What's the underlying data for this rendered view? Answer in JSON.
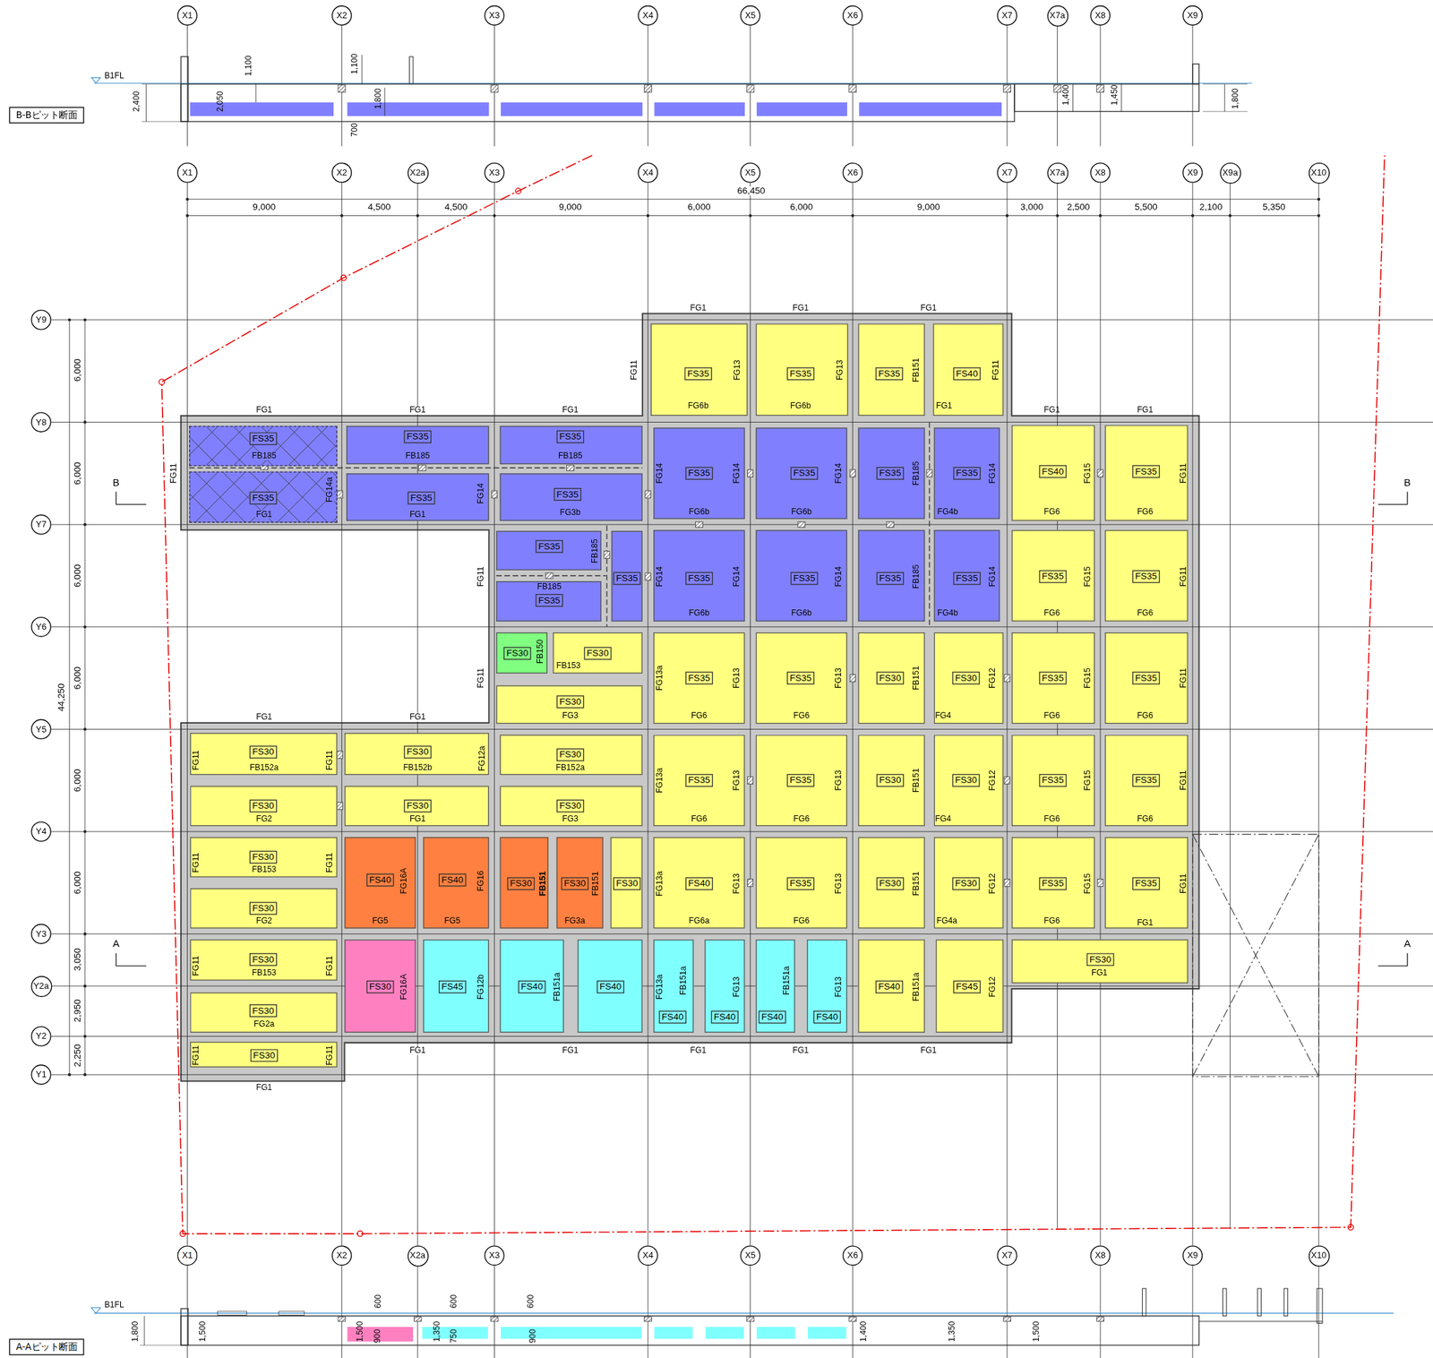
{
  "diagram": {
    "nodes": [
      {
        "text": [
          "X1"
        ]
      },
      {
        "text": [
          "X2"
        ]
      },
      {
        "text": [
          "X3"
        ]
      },
      {
        "text": [
          "X4"
        ]
      },
      {
        "text": [
          "X5"
        ]
      },
      {
        "text": [
          "X6"
        ]
      },
      {
        "text": [
          "X7"
        ]
      },
      {
        "text": [
          "X7a"
        ]
      },
      {
        "text": [
          "X8"
        ]
      },
      {
        "text": [
          "X9"
        ]
      },
      {
        "text": [
          "B-Bピット断面"
        ]
      },
      {
        "text": [
          "X1"
        ]
      },
      {
        "text": [
          "X2"
        ]
      },
      {
        "text": [
          "X2a"
        ]
      },
      {
        "text": [
          "X3"
        ]
      },
      {
        "text": [
          "X4"
        ]
      },
      {
        "text": [
          "X5"
        ]
      },
      {
        "text": [
          "X6"
        ]
      },
      {
        "text": [
          "X7"
        ]
      },
      {
        "text": [
          "X7a"
        ]
      },
      {
        "text": [
          "X8"
        ]
      },
      {
        "text": [
          "X9"
        ]
      },
      {
        "text": [
          "X9a"
        ]
      },
      {
        "text": [
          "X10"
        ]
      },
      {
        "text": [
          "Y9"
        ]
      },
      {
        "text": [
          "Y8"
        ]
      },
      {
        "text": [
          "Y7"
        ]
      },
      {
        "text": [
          "Y6"
        ]
      },
      {
        "text": [
          "Y5"
        ]
      },
      {
        "text": [
          "Y4"
        ]
      },
      {
        "text": [
          "Y3"
        ]
      },
      {
        "text": [
          "Y2a"
        ]
      },
      {
        "text": [
          "Y2"
        ]
      },
      {
        "text": [
          "Y1"
        ]
      },
      {
        "text": [
          "FS35"
        ]
      },
      {
        "text": [
          "FS35"
        ]
      },
      {
        "text": [
          "FS35"
        ]
      },
      {
        "text": [
          "FS40"
        ]
      },
      {
        "text": [
          "FS35"
        ]
      },
      {
        "text": [
          "FS35"
        ]
      },
      {
        "text": [
          "FS35"
        ]
      },
      {
        "text": [
          "FS35"
        ]
      },
      {
        "text": [
          "FS35"
        ]
      },
      {
        "text": [
          "FS35"
        ]
      },
      {
        "text": [
          "FS35"
        ]
      },
      {
        "text": [
          "FS35"
        ]
      },
      {
        "text": [
          "FS35"
        ]
      },
      {
        "text": [
          "FS35"
        ]
      },
      {
        "text": [
          "FS40"
        ]
      },
      {
        "text": [
          "FS35"
        ]
      },
      {
        "text": [
          "FS35"
        ]
      },
      {
        "text": [
          "FS35"
        ]
      },
      {
        "text": [
          "FS35"
        ]
      },
      {
        "text": [
          "FS35"
        ]
      },
      {
        "text": [
          "FS35"
        ]
      },
      {
        "text": [
          "FS35"
        ]
      },
      {
        "text": [
          "FS35"
        ]
      },
      {
        "text": [
          "FS35"
        ]
      },
      {
        "text": [
          "FS35"
        ]
      },
      {
        "text": [
          "FS30"
        ]
      },
      {
        "text": [
          "FS30"
        ]
      },
      {
        "text": [
          "FS30"
        ]
      },
      {
        "text": [
          "FS35"
        ]
      },
      {
        "text": [
          "FS35"
        ]
      },
      {
        "text": [
          "FS30"
        ]
      },
      {
        "text": [
          "FS30"
        ]
      },
      {
        "text": [
          "FS35"
        ]
      },
      {
        "text": [
          "FS35"
        ]
      },
      {
        "text": [
          "FS30"
        ]
      },
      {
        "text": [
          "FS30"
        ]
      },
      {
        "text": [
          "FS30"
        ]
      },
      {
        "text": [
          "FS30"
        ]
      },
      {
        "text": [
          "FS30"
        ]
      },
      {
        "text": [
          "FS30"
        ]
      },
      {
        "text": [
          "FS35"
        ]
      },
      {
        "text": [
          "FS35"
        ]
      },
      {
        "text": [
          "FS30"
        ]
      },
      {
        "text": [
          "FS30"
        ]
      },
      {
        "text": [
          "FS35"
        ]
      },
      {
        "text": [
          "FS35"
        ]
      },
      {
        "text": [
          "FS30"
        ]
      },
      {
        "text": [
          "FS30"
        ]
      },
      {
        "text": [
          "FS40"
        ]
      },
      {
        "text": [
          "FS40"
        ]
      },
      {
        "text": [
          "FS30"
        ]
      },
      {
        "text": [
          "FS30"
        ]
      },
      {
        "text": [
          "FS30"
        ]
      },
      {
        "text": [
          "FS40"
        ]
      },
      {
        "text": [
          "FS35"
        ]
      },
      {
        "text": [
          "FS30"
        ]
      },
      {
        "text": [
          "FS30"
        ]
      },
      {
        "text": [
          "FS35"
        ]
      },
      {
        "text": [
          "FS35"
        ]
      },
      {
        "text": [
          "FS30"
        ]
      },
      {
        "text": [
          "FS30"
        ]
      },
      {
        "text": [
          "FS30"
        ]
      },
      {
        "text": [
          "FS45"
        ]
      },
      {
        "text": [
          "FS40"
        ]
      },
      {
        "text": [
          "FS40"
        ]
      },
      {
        "text": [
          "FS40"
        ]
      },
      {
        "text": [
          "FS40"
        ]
      },
      {
        "text": [
          "FS40"
        ]
      },
      {
        "text": [
          "FS40"
        ]
      },
      {
        "text": [
          "FS40"
        ]
      },
      {
        "text": [
          "FS45"
        ]
      },
      {
        "text": [
          "FS30"
        ]
      },
      {
        "text": [
          "FS30"
        ]
      },
      {
        "text": [
          "X1"
        ]
      },
      {
        "text": [
          "X2"
        ]
      },
      {
        "text": [
          "X2a"
        ]
      },
      {
        "text": [
          "X3"
        ]
      },
      {
        "text": [
          "X4"
        ]
      },
      {
        "text": [
          "X5"
        ]
      },
      {
        "text": [
          "X6"
        ]
      },
      {
        "text": [
          "X7"
        ]
      },
      {
        "text": [
          "X8"
        ]
      },
      {
        "text": [
          "X9"
        ]
      },
      {
        "text": [
          "X10"
        ]
      },
      {
        "text": [
          "A-Aピット断面"
        ]
      }
    ],
    "labels": [
      "B1FL",
      "2,400",
      "1,100",
      "2,050",
      "1,100",
      "1,800",
      "700",
      "1,400",
      "1,450",
      "1,800",
      "66,450",
      "9,000",
      "4,500",
      "4,500",
      "9,000",
      "6,000",
      "6,000",
      "9,000",
      "3,000",
      "2,500",
      "5,500",
      "2,100",
      "5,350",
      "6,000",
      "6,000",
      "6,000",
      "6,000",
      "6,000",
      "6,000",
      "3,050",
      "2,950",
      "2,250",
      "44,250",
      "B",
      "B",
      "A",
      "A",
      "FG1",
      "FG1",
      "FG1",
      "FG11",
      "FG13",
      "FG13",
      "FB151",
      "FG11",
      "FG6b",
      "FG6b",
      "FG1",
      "FG1",
      "FG1",
      "FG1",
      "FG1",
      "FG1",
      "FG11",
      "FB185",
      "FB185",
      "FB185",
      "FG14a",
      "FG14",
      "FG1",
      "FG1",
      "FG3b",
      "FG14",
      "FG14",
      "FG14",
      "FB185",
      "FG14",
      "FG15",
      "FG11",
      "FG6b",
      "FG6b",
      "FG4b",
      "FG6",
      "FG6",
      "FG11",
      "FB185",
      "FB185",
      "FG14",
      "FG14",
      "FG14",
      "FB185",
      "FG14",
      "FG15",
      "FG11",
      "FG6b",
      "FG6b",
      "FG4b",
      "FG6",
      "FG6",
      "FB150",
      "FB153",
      "FG3",
      "FG11",
      "FG13a",
      "FG13",
      "FG13",
      "FB151",
      "FG12",
      "FG15",
      "FG11",
      "FG6",
      "FG6",
      "FG4",
      "FG6",
      "FG6",
      "FG1",
      "FG1",
      "FG11",
      "FG11",
      "FB152a",
      "FB152b",
      "FG12a",
      "FB152a",
      "FG2",
      "FG1",
      "FG3",
      "FG13a",
      "FG13",
      "FG13",
      "FB151",
      "FG12",
      "FG15",
      "FG11",
      "FG6",
      "FG6",
      "FG4",
      "FG6",
      "FG6",
      "FG11",
      "FB153",
      "FG11",
      "FG2",
      "FG16A",
      "FG16",
      "FG5",
      "FG5",
      "FB151",
      "FB151",
      "FG3a",
      "FG13a",
      "FG13",
      "FG13",
      "FB151",
      "FG12",
      "FG15",
      "FG11",
      "FG6a",
      "FG6",
      "FG4a",
      "FG6",
      "FG1",
      "FG11",
      "FB153",
      "FG11",
      "FG2a",
      "FG16A",
      "FG12b",
      "FB151a",
      "FG13a",
      "FB151a",
      "FG13",
      "FB151a",
      "FG13",
      "FB151a",
      "FG12",
      "FG1",
      "FG11",
      "FG11",
      "FG1",
      "FG1",
      "FG1",
      "FG1",
      "FG1",
      "FG1",
      "B1FL",
      "1,800",
      "1,500",
      "1,500",
      "600",
      "900",
      "1,350",
      "600",
      "750",
      "600",
      "900",
      "1,400",
      "1,350",
      "1,500"
    ]
  }
}
